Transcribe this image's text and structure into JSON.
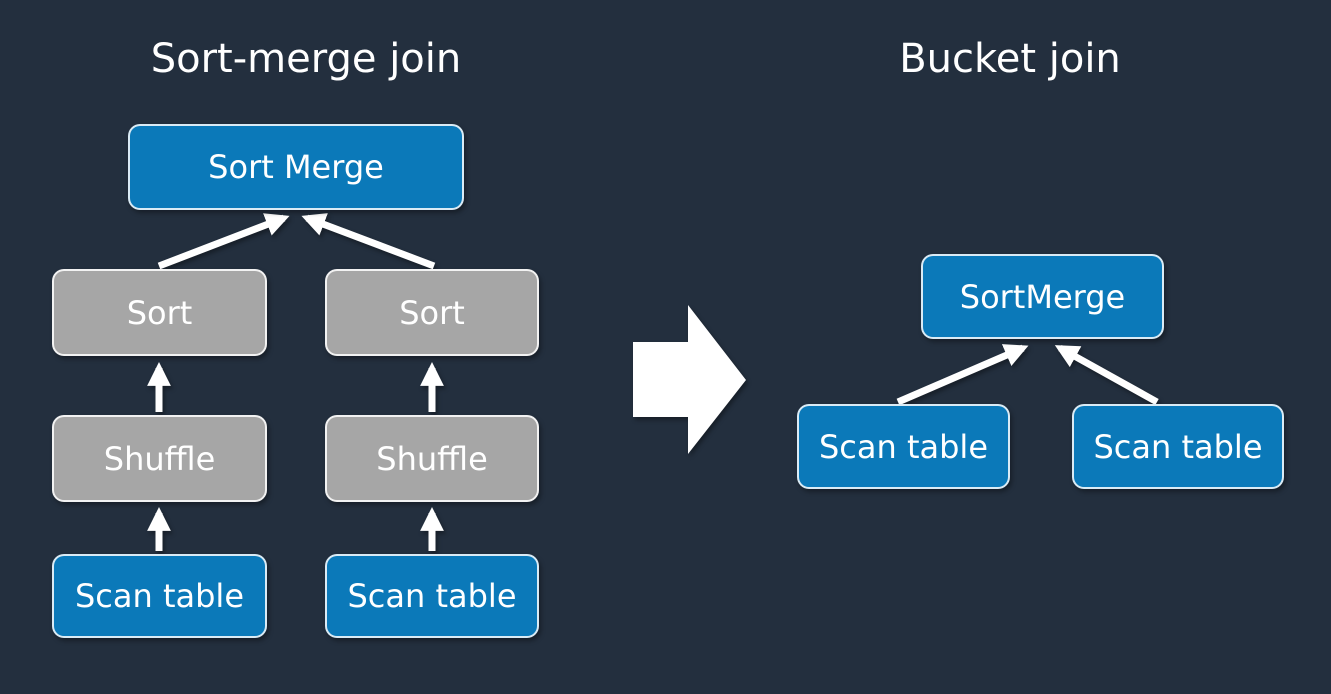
{
  "colors": {
    "bg": "#232F3E",
    "node_blue": "#0B79B9",
    "node_gray": "#A6A6A6",
    "text_color": "#FFFFFF",
    "arrow_color": "#FFFFFF"
  },
  "left_diagram": {
    "title": "Sort-merge join",
    "nodes": {
      "sort_merge": "Sort Merge",
      "sort_left": "Sort",
      "sort_right": "Sort",
      "shuffle_left": "Shuffle",
      "shuffle_right": "Shuffle",
      "scan_left": "Scan table",
      "scan_right": "Scan table"
    }
  },
  "right_diagram": {
    "title": "Bucket join",
    "nodes": {
      "sort_merge": "SortMerge",
      "scan_left": "Scan table",
      "scan_right": "Scan table"
    }
  },
  "transform_arrow": {
    "meaning": "transforms-into",
    "direction": "right"
  }
}
